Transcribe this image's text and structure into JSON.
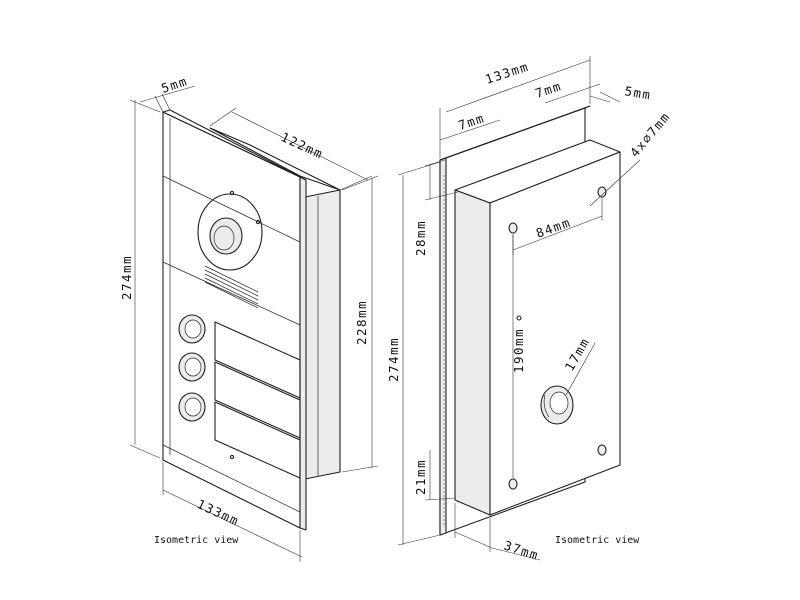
{
  "dimensions": {
    "left_height": "274mm",
    "left_inner_height": "228mm",
    "left_width": "133mm",
    "left_depth": "122mm",
    "left_flange": "5mm",
    "right_width": "133mm",
    "right_margin_left": "7mm",
    "right_margin_right": "7mm",
    "right_flange": "5mm",
    "holes": "4x∅7mm",
    "hole_spacing_h": "84mm",
    "hole_spacing_v": "190mm",
    "top_offset": "28mm",
    "bottom_offset": "21mm",
    "right_height": "274mm",
    "depth": "37mm",
    "cable_hole": "17mm"
  },
  "captions": {
    "left": "Isometric view",
    "right": "Isometric view"
  }
}
